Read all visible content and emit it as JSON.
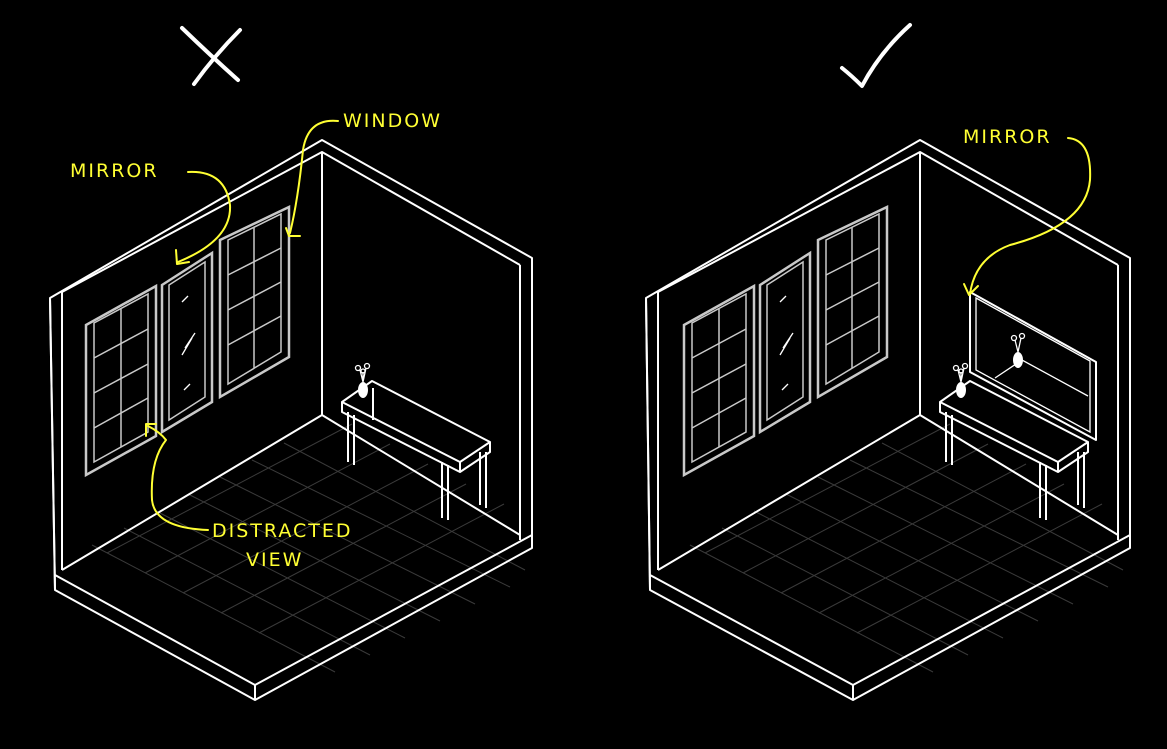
{
  "colors": {
    "background": "#000000",
    "line": "#ffffff",
    "frame": "#c9c9c9",
    "annotation": "#ffff33",
    "floor_grid": "#3a3a3a"
  },
  "icons": {
    "wrong": "cross-mark-icon",
    "right": "check-mark-icon"
  },
  "left_panel": {
    "labels": {
      "mirror": "MIRROR",
      "window": "WINDOW",
      "distracted_1": "DISTRACTED",
      "distracted_2": "VIEW"
    }
  },
  "right_panel": {
    "labels": {
      "mirror": "MIRROR"
    }
  }
}
